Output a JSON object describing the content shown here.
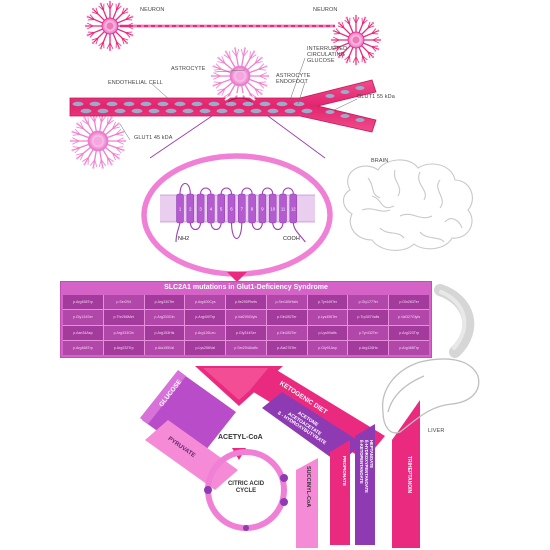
{
  "labels": {
    "neuron_left": "NEURON",
    "neuron_right": "NEURON",
    "astrocyte": "ASTROCYTE",
    "endothelial_cell": "ENDOTHELIAL CELL",
    "interrupted": "INTERRUPTED\nCIRCULATING\nGLUCOSE",
    "astrocyte_endfoot": "ASTROCYTE\nENDOFOOT",
    "glut1_55": "GLUT1 55 kDa",
    "glut1_45": "GLUT1 45 kDA",
    "brain": "BRAIN",
    "nh2": "NH2",
    "cooh": "COOH",
    "liver": "LIVER"
  },
  "helix_numbers": [
    "1",
    "2",
    "3",
    "4",
    "5",
    "6",
    "7",
    "8",
    "9",
    "10",
    "11",
    "12"
  ],
  "mutations": {
    "title": "SLC2A1 mutations in Glut1-Deficiency Syndrome",
    "cells": [
      "p.Arg458Trp",
      "p.Ser294",
      "p.Arg330Ter",
      "p.Arg400Cys",
      "p.Ile295Phefs",
      "p.Ser165Hisfs",
      "p.Tyr449Ter",
      "p.Gly177Ter",
      "p.Gln283Ter",
      "p.Gly134Ser",
      "p.Thr268Met",
      "p.Arg333Gln",
      "p.Arg400Trp",
      "p.Val205Glyfs",
      "p.Gln282Ter",
      "p.Lys456Ter",
      "p.Trp357Valfs",
      "p.Val327Glyfs",
      "p.Asn34Asp",
      "p.Arg333Gln",
      "p.Arg153His",
      "p.Arg126Leu",
      "p.Gly314Ser",
      "p.Gln282Ter",
      "p.Lys9Valfs",
      "p.Tyr432Ter",
      "p.Arg223Trp",
      "p.Arg468Trp",
      "p.Arg232Trp",
      "p.Ala155Val",
      "p.Lys256Val",
      "p.Ser294AlaIfs",
      "p.Ala275Ter",
      "p.Gly91Asp",
      "p.Arg126Hs",
      "p.Arg468Trp"
    ]
  },
  "metabolism": {
    "glucose": "GLUCOSE",
    "ketogenic_diet": "KETOGENIC DIET",
    "pyruvate": "PYRUVATE",
    "acetone_lines": [
      "ACETONE",
      "ACETOACETATE",
      "ß - HYDROXYBUTYRATE"
    ],
    "acetyl_coa": "ACETYL-CoA",
    "citric_acid_cycle_lines": [
      "CITRIC ACID",
      "CYCLE"
    ],
    "succinyl_coa": "SUCCINYL-CoA",
    "propionate": "PROPIONATE",
    "heptanoate_lines": [
      "HEPTANOATE",
      "ß-HYDROXYPENTANOATE",
      "ß-KETOPENTANOATE"
    ],
    "triheptanoin": "TRIHEPTANOIN"
  },
  "colors": {
    "magenta": "#ea2a7e",
    "pink": "#f58ad6",
    "violet": "#b94cc9",
    "purple": "#8d3ab3",
    "dark_purple": "#6a2a8f",
    "brain_line": "#c9c9c9"
  }
}
